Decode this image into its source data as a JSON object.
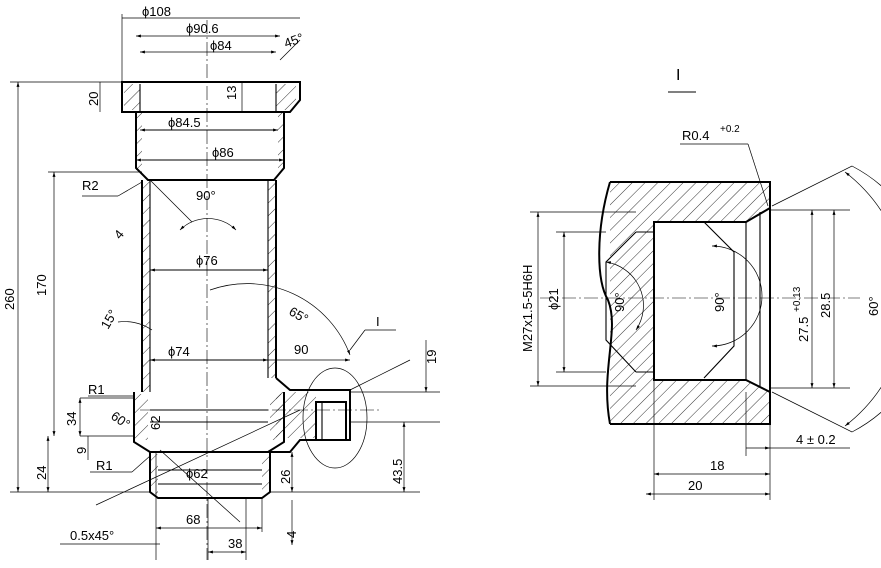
{
  "left_view": {
    "dims": {
      "d108": "ϕ108",
      "d90_6": "ϕ90.6",
      "d84": "ϕ84",
      "chamfer_top": "45°",
      "h20": "20",
      "h13": "13",
      "d84_5": "ϕ84.5",
      "d86": "ϕ86",
      "r2": "R2",
      "t4": "4",
      "a90": "90°",
      "h260": "260",
      "h170": "170",
      "d76": "ϕ76",
      "a15": "15°",
      "a65": "65°",
      "d74": "ϕ74",
      "len90": "90",
      "h19": "19",
      "r1a": "R1",
      "h34": "34",
      "a60": "60°",
      "v62": "62",
      "h9": "9",
      "h24": "24",
      "r1b": "R1",
      "d62": "ϕ62",
      "h26": "26",
      "h43_5": "43.5",
      "w68": "68",
      "w38": "38",
      "h4": "4",
      "chamfer_bottom": "0.5x45°",
      "section_mark": "I"
    }
  },
  "detail_view": {
    "title": "I",
    "dims": {
      "r04": "R0.4",
      "r04_tol": "+0.2",
      "thread": "M27x1.5-5H6H",
      "d21": "ϕ21",
      "a90_left": "90°",
      "a90_right": "90°",
      "d27_5": "27.5",
      "d27_5_tol": "+0.13",
      "d28_5": "28.5",
      "a60": "60°",
      "w4": "4 ± 0.2",
      "w18": "18",
      "w20": "20"
    }
  }
}
